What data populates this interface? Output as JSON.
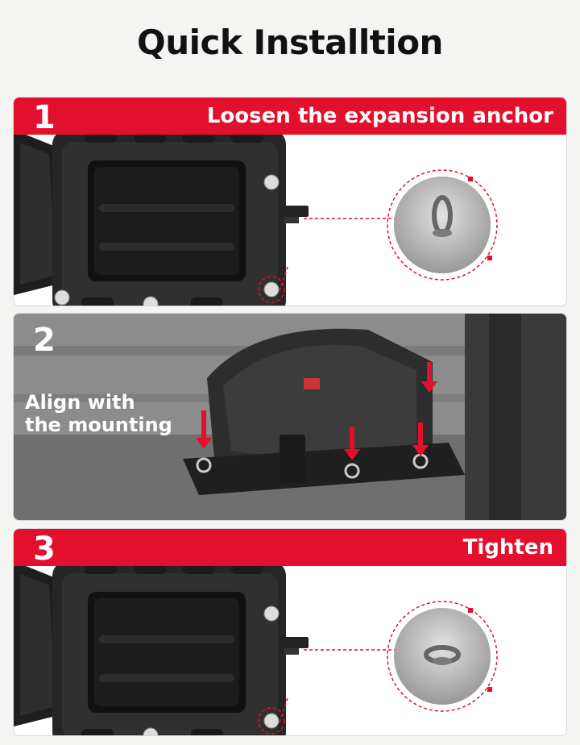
{
  "title": "Quick Installtion",
  "steps": [
    {
      "number": "1",
      "label": "Loosen the expansion anchor"
    },
    {
      "number": "2",
      "label": "Align with the mounting",
      "label_line1": "Align with",
      "label_line2": "the mounting"
    },
    {
      "number": "3",
      "label": "Tighten"
    }
  ],
  "colors": {
    "accent": "#e3102d",
    "background": "#f4f4f3",
    "box": "#2b2b2b"
  },
  "icons": [
    "lock-icon",
    "unlock-icon",
    "arrow-down-icon",
    "eye-bolt-icon"
  ]
}
